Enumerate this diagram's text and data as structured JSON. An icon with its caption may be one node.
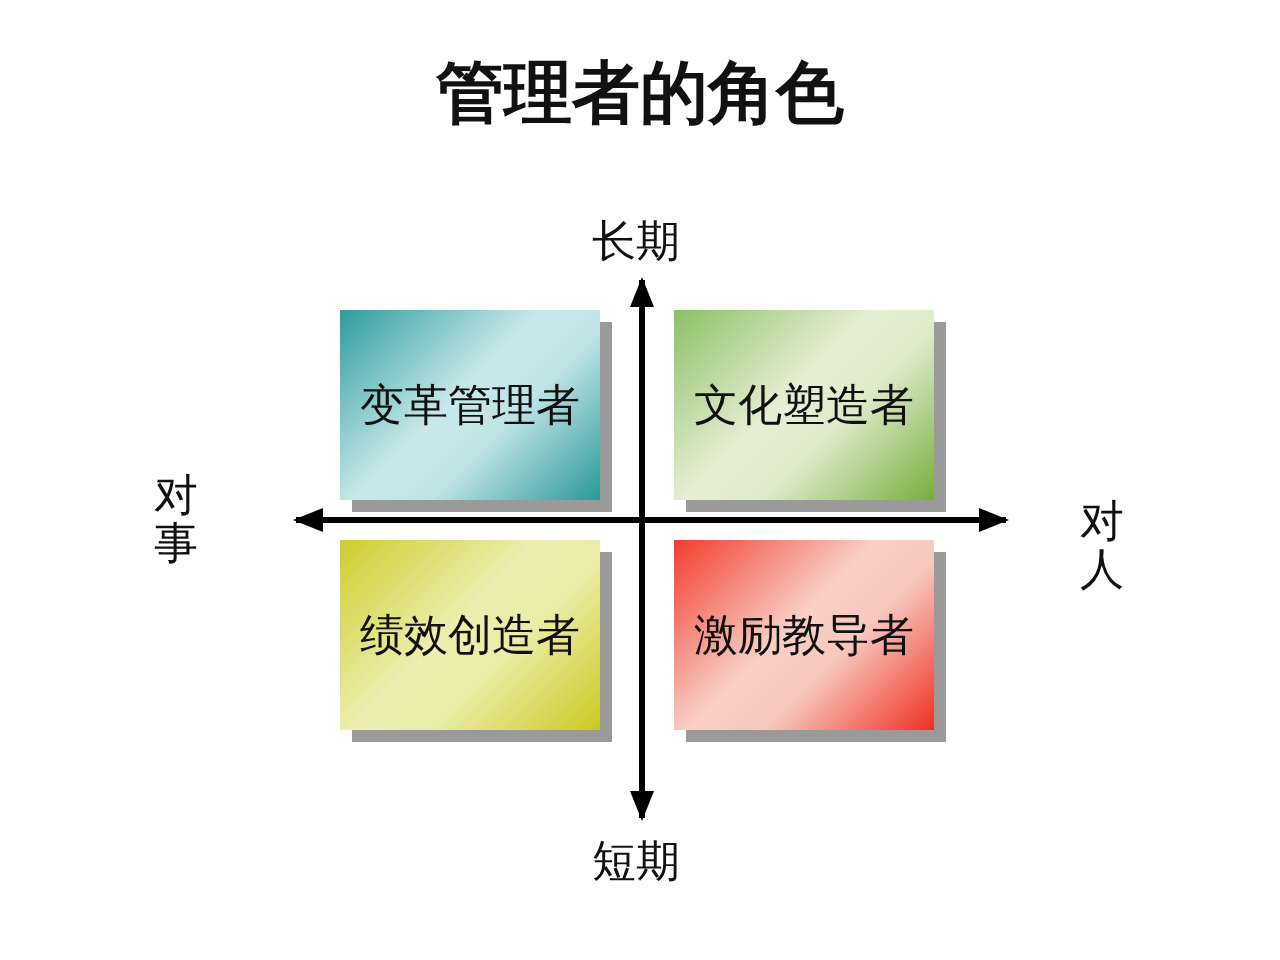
{
  "diagram": {
    "title": "管理者的角色",
    "nodes": [
      {
        "text": [
          "变革管理者"
        ]
      },
      {
        "text": [
          "文化塑造者"
        ]
      },
      {
        "text": [
          "绩效创造者"
        ]
      },
      {
        "text": [
          "激励教导者"
        ]
      }
    ],
    "labels": [
      "长期",
      "对事",
      "对人",
      "短期"
    ]
  }
}
